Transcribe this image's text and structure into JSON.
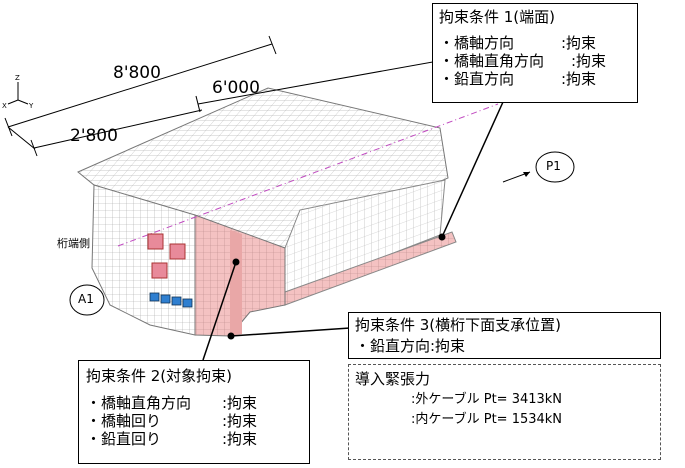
{
  "dimensions": {
    "overall": "8'800",
    "right": "6'000",
    "left": "2'800"
  },
  "axes": {
    "z": "Z",
    "x": "X",
    "y": "Y"
  },
  "side_label": "桁端側",
  "markers": {
    "a1": "A1",
    "p1": "P1"
  },
  "cond1": {
    "title": "拘束条件 1(端面)",
    "rows": [
      {
        "label": "・橋軸方向",
        "value": ":拘束"
      },
      {
        "label": "・橋軸直角方向",
        "value": ":拘束"
      },
      {
        "label": "・鉛直方向",
        "value": ":拘束"
      }
    ]
  },
  "cond2": {
    "title": "拘束条件 2(対象拘束)",
    "rows": [
      {
        "label": "・橋軸直角方向",
        "value": ":拘束"
      },
      {
        "label": "・橋軸回り",
        "value": ":拘束"
      },
      {
        "label": "・鉛直回り",
        "value": ":拘束"
      }
    ]
  },
  "cond3": {
    "title": "拘束条件 3(横桁下面支承位置)",
    "row": "・鉛直方向:拘束"
  },
  "tension": {
    "title": "導入緊張力",
    "outer": ":外ケーブル Pt= 3413kN",
    "inner": ":内ケーブル Pt= 1534kN"
  },
  "colors": {
    "mesh": "#9a9a9a",
    "highlight": "#f4c2c2",
    "block_red": "#e88a9a",
    "block_blue": "#2f7fd0"
  }
}
